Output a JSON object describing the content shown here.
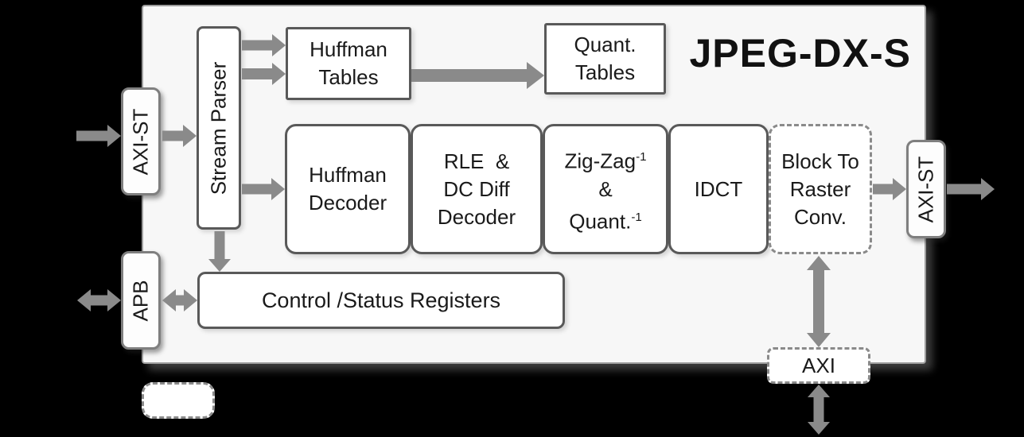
{
  "title": "JPEG-DX-S",
  "colors": {
    "background": "#000000",
    "chip_fill": "#f7f7f7",
    "chip_border": "#9d9d9d",
    "block_fill": "#ffffff",
    "block_border": "#595959",
    "port_border": "#7f7f7f",
    "dashed_border": "#8a8a8a",
    "arrow": "#8a8a8a",
    "text": "#1a1a1a"
  },
  "ports": {
    "axi_st_in": {
      "label": "AXI-ST"
    },
    "apb": {
      "label": "APB"
    },
    "axi_st_out": {
      "label": "AXI-ST"
    },
    "axi_mem": {
      "label": "AXI"
    }
  },
  "blocks": {
    "stream_parser": {
      "label": "Stream Parser"
    },
    "huffman_tables": {
      "line1": "Huffman",
      "line2": "Tables"
    },
    "quant_tables": {
      "line1": "Quant.",
      "line2": "Tables"
    },
    "huffman_decoder": {
      "line1": "Huffman",
      "line2": "Decoder"
    },
    "rle_dc_diff_decoder": {
      "line1": "RLE  &",
      "line2": "DC Diff",
      "line3": "Decoder"
    },
    "zigzag_quant": {
      "line1": "Zig-Zag",
      "sup1": "-1",
      "line2": "&",
      "line3": "Quant.",
      "sup3": "-1"
    },
    "idct": {
      "label": "IDCT"
    },
    "block_to_raster": {
      "line1": "Block To",
      "line2": "Raster",
      "line3": "Conv."
    },
    "control_status_registers": {
      "label": "Control /Status Registers"
    }
  }
}
